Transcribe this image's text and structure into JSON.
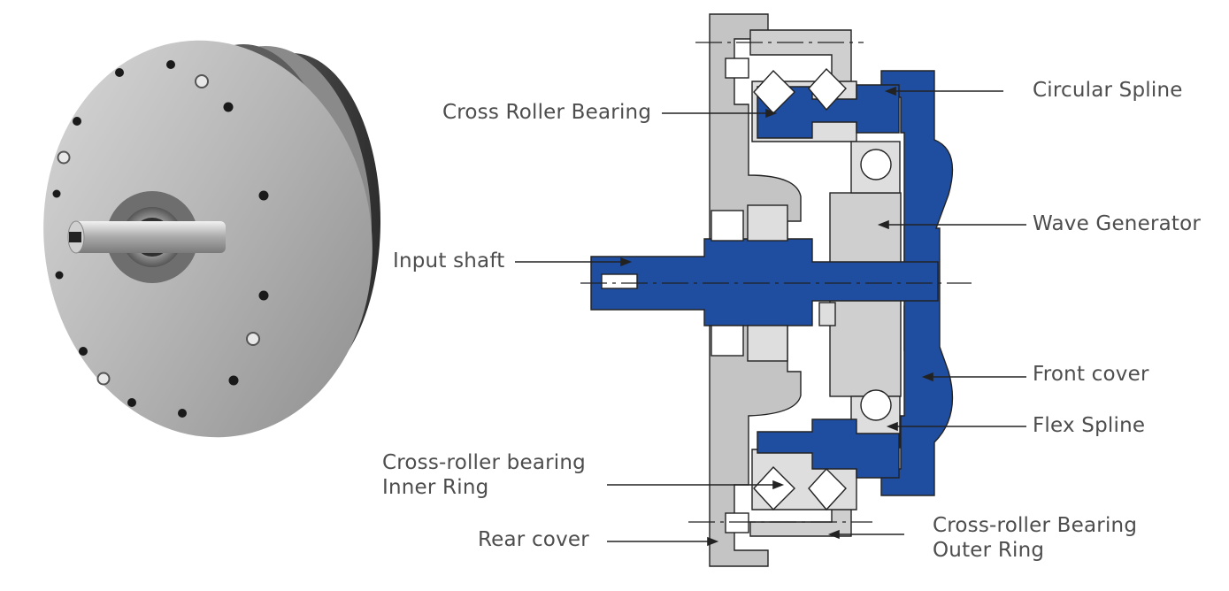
{
  "labels": {
    "cross_roller_bearing": "Cross Roller Bearing",
    "circular_spline": "Circular Spline",
    "wave_generator": "Wave Generator",
    "input_shaft": "Input shaft",
    "front_cover": "Front cover",
    "flex_spline": "Flex Spline",
    "inner_ring_line1": "Cross-roller bearing",
    "inner_ring_line2": "Inner Ring",
    "rear_cover": "Rear cover",
    "outer_ring_line1": "Cross-roller Bearing",
    "outer_ring_line2": "Outer Ring"
  },
  "colors": {
    "blue": "#1f4ea0",
    "blue_dark": "#16387a",
    "gray_fill": "#c4c4c4",
    "gray_light": "#dedede",
    "line": "#222222",
    "text": "#4d4d4d"
  }
}
